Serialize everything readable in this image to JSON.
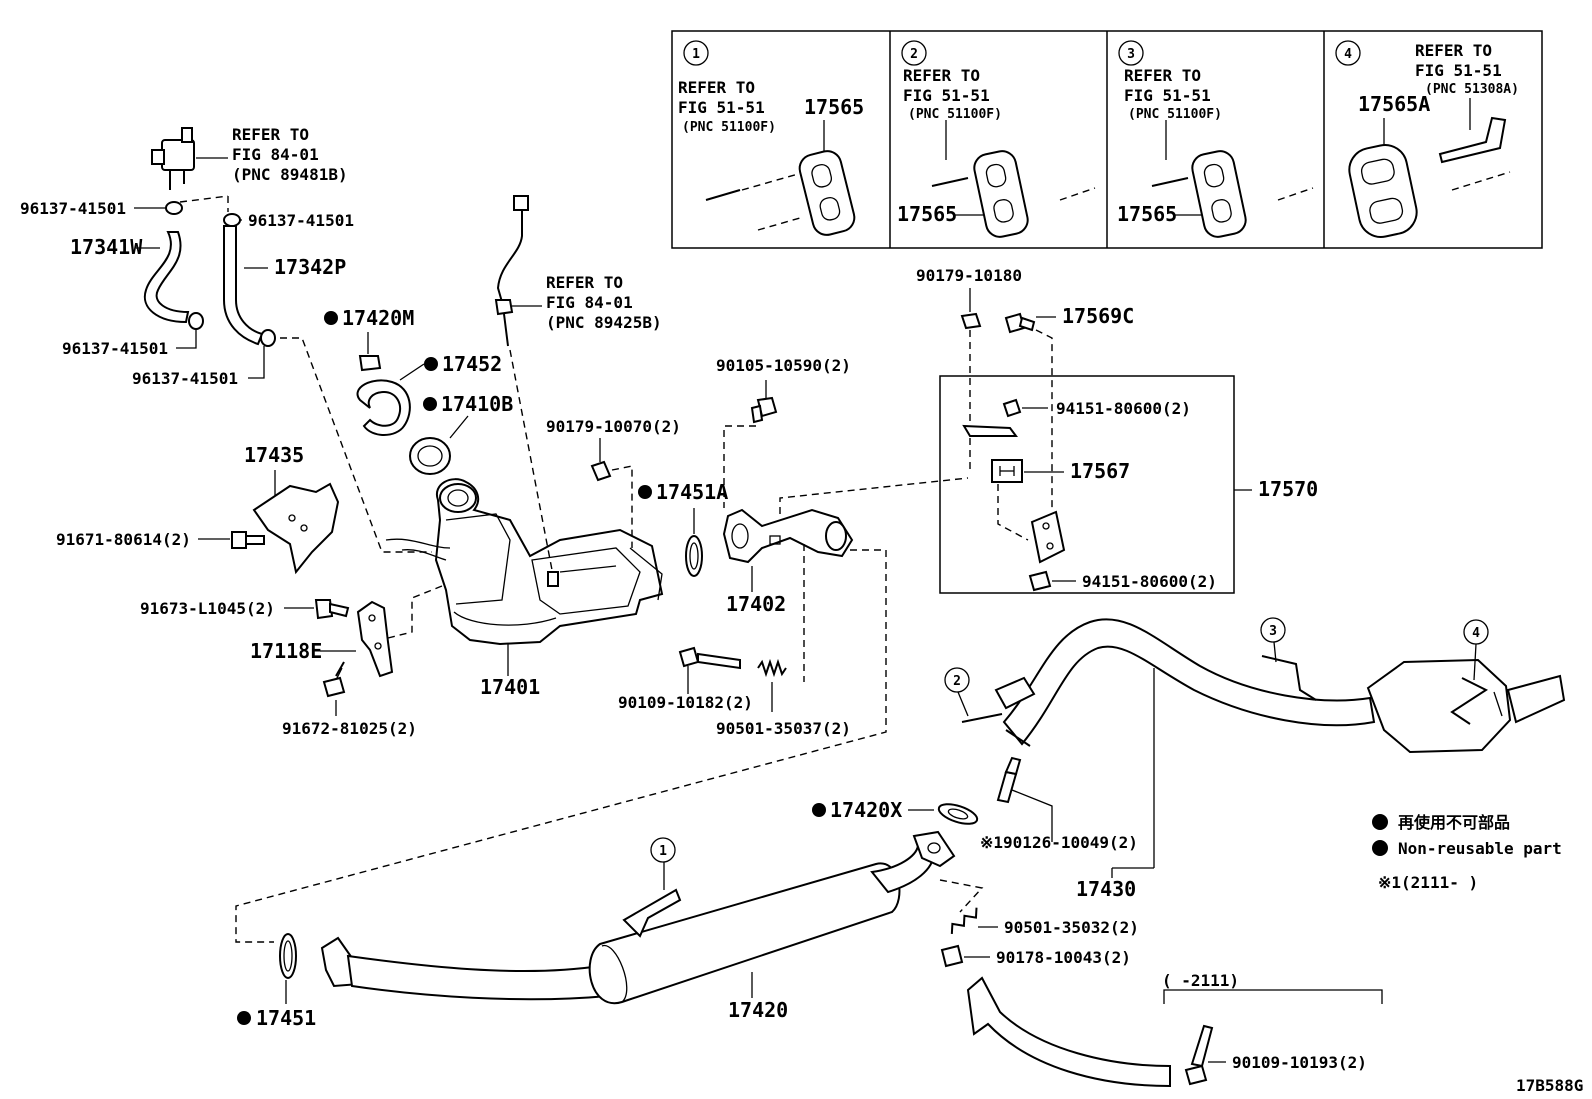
{
  "figure_code": "17B588G",
  "callouts": {
    "c1": {
      "num": "1",
      "refer": "REFER TO",
      "fig": "FIG 51-51",
      "pnc": "(PNC 51100F)",
      "part": "17565"
    },
    "c2": {
      "num": "2",
      "refer": "REFER TO",
      "fig": "FIG 51-51",
      "pnc": "(PNC 51100F)",
      "part": "17565"
    },
    "c3": {
      "num": "3",
      "refer": "REFER TO",
      "fig": "FIG 51-51",
      "pnc": "(PNC 51100F)",
      "part": "17565"
    },
    "c4": {
      "num": "4",
      "refer": "REFER TO",
      "fig": "FIG 51-51",
      "pnc": "(PNC 51308A)",
      "part": "17565A"
    }
  },
  "references": {
    "sensor_top": {
      "refer": "REFER TO",
      "fig": "FIG 84-01",
      "pnc": "(PNC 89481B)"
    },
    "oxygen_sensor": {
      "refer": "REFER TO",
      "fig": "FIG 84-01",
      "pnc": "(PNC 89425B)"
    }
  },
  "labels": {
    "p96137_a": "96137-41501",
    "p96137_b": "96137-41501",
    "p96137_c": "96137-41501",
    "p96137_d": "96137-41501",
    "p17341W": "17341W",
    "p17342P": "17342P",
    "p17420M": "17420M",
    "p17452": "17452",
    "p17410B": "17410B",
    "p17435": "17435",
    "p91671": "91671-80614(2)",
    "p91673": "91673-L1045(2)",
    "p17118E": "17118E",
    "p91672": "91672-81025(2)",
    "p17401": "17401",
    "p90179_10070": "90179-10070(2)",
    "p17451A": "17451A",
    "p90105": "90105-10590(2)",
    "p17402": "17402",
    "p90109_10182": "90109-10182(2)",
    "p90501_35037": "90501-35037(2)",
    "p90179_10180": "90179-10180",
    "p17569C": "17569C",
    "p94151_a": "94151-80600(2)",
    "p17567": "17567",
    "p17570": "17570",
    "p94151_b": "94151-80600(2)",
    "p17420X": "17420X",
    "p90126": "※190126-10049(2)",
    "p17430": "17430",
    "p17451": "17451",
    "p17420": "17420",
    "p90501_35032": "90501-35032(2)",
    "p90178": "90178-10043(2)",
    "p2111": "(     -2111)",
    "p90109_10193": "90109-10193(2)"
  },
  "legend": {
    "jp": "再使用不可部品",
    "en": "Non-reusable part",
    "note": "※1(2111-     )"
  },
  "pipe_markers": {
    "m1": "1",
    "m2": "2",
    "m3": "3",
    "m4": "4"
  },
  "colors": {
    "ink": "#000000",
    "paper": "#ffffff"
  }
}
